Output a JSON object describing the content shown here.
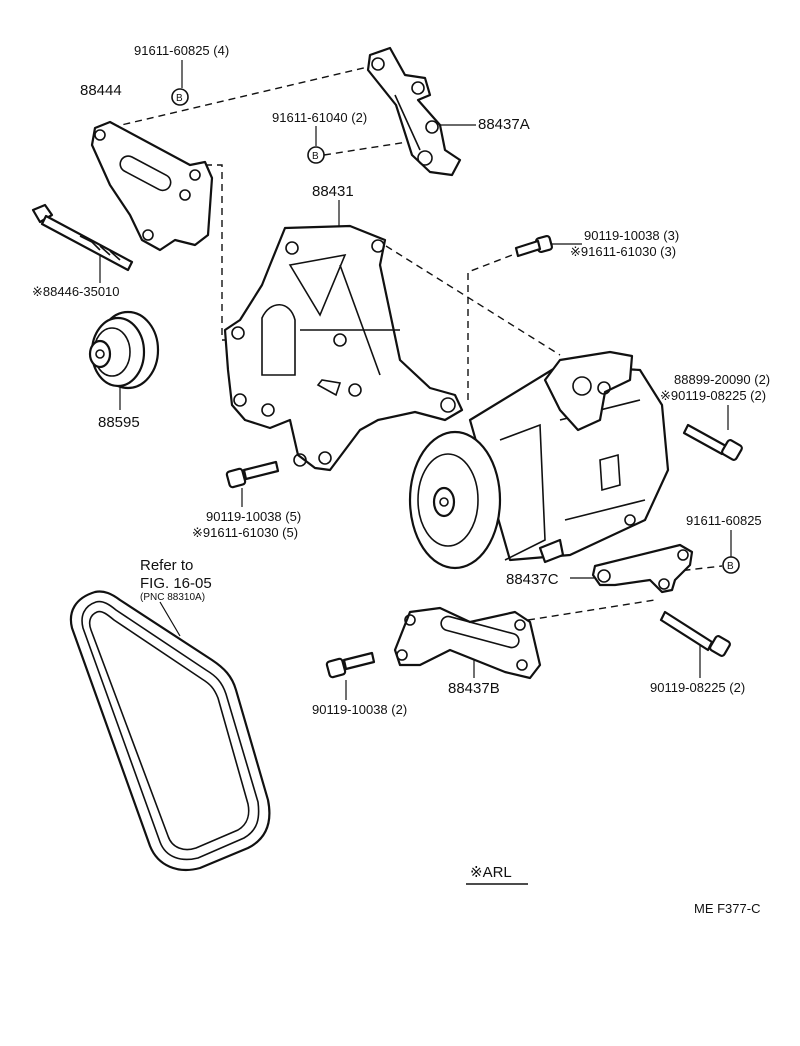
{
  "labels": {
    "bolt_top": "91611-60825 (4)",
    "bracket_88444": "88444",
    "bolt_mid": "91611-61040 (2)",
    "bracket_88437a": "88437A",
    "bracket_88431": "88431",
    "bolt_right_1": "90119-10038 (3)",
    "bolt_right_2": "※91611-61030 (3)",
    "long_bolt": "※88446-35010",
    "pulley": "88595",
    "bolt_comp_1": "88899-20090 (2)",
    "bolt_comp_2": "※90119-08225 (2)",
    "bolt_lower_1": "90119-10038 (5)",
    "bolt_lower_2": "※91611-61030 (5)",
    "bolt_brk_c": "91611-60825",
    "bracket_88437c": "88437C",
    "refer_line1": "Refer to",
    "refer_line2": "FIG. 16-05",
    "refer_line3": "(PNC 88310A)",
    "bracket_88437b": "88437B",
    "bolt_bottom_left": "90119-10038 (2)",
    "bolt_bottom_right": "90119-08225 (2)",
    "legend": "※ARL",
    "figure_code": "ME  F377-C"
  },
  "callouts": {
    "circle_b": "B"
  }
}
